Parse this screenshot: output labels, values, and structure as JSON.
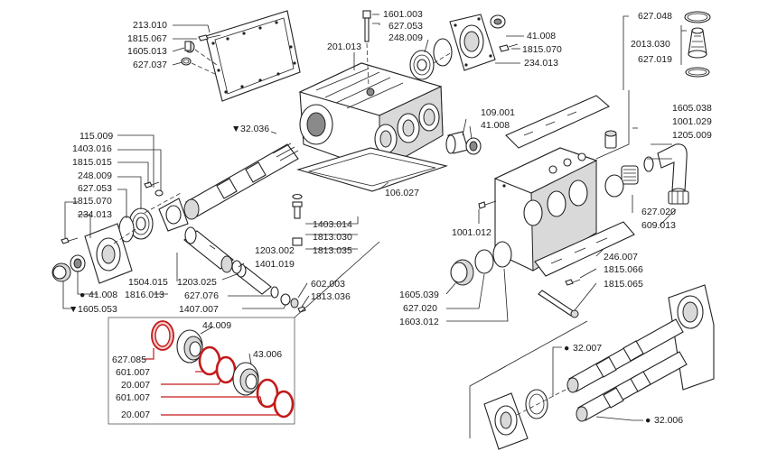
{
  "labels": {
    "l_213_010": "213.010",
    "l_1815_067": "1815.067",
    "l_1605_013": "1605.013",
    "l_627_037": "627.037",
    "l_1601_003": "1601.003",
    "l_627_053_top": "627.053",
    "l_248_009_top": "248.009",
    "l_201_013": "201.013",
    "l_41_008_top": "41.008",
    "l_1815_070_top": "1815.070",
    "l_234_013_top": "234.013",
    "l_627_048": "627.048",
    "l_2013_030": "2013.030",
    "l_627_019": "627.019",
    "l_32_036": "32.036",
    "l_109_001": "109.001",
    "l_41_008_mid": "41.008",
    "l_1605_038": "1605.038",
    "l_1001_029": "1001.029",
    "l_1205_009": "1205.009",
    "l_115_009": "115.009",
    "l_1403_016": "1403.016",
    "l_1815_015": "1815.015",
    "l_248_009_left": "248.009",
    "l_627_053_left": "627.053",
    "l_1815_070_left": "1815.070",
    "l_234_013_left": "234.013",
    "l_106_027": "106.027",
    "l_1403_014": "1403.014",
    "l_1813_030": "1813.030",
    "l_1813_035": "1813.035",
    "l_1001_012": "1001.012",
    "l_627_020_right": "627.020",
    "l_609_013": "609.013",
    "l_1203_002": "1203.002",
    "l_1401_019": "1401.019",
    "l_1504_015": "1504.015",
    "l_1203_025": "1203.025",
    "l_41_008_bot": "41.008",
    "l_1816_013": "1816.013",
    "l_1605_053": "1605.053",
    "l_627_076": "627.076",
    "l_1407_007": "1407.007",
    "l_602_003": "602.003",
    "l_1813_036": "1813.036",
    "l_246_007": "246.007",
    "l_1815_066": "1815.066",
    "l_1815_065": "1815.065",
    "l_1605_039": "1605.039",
    "l_627_020_mid": "627.020",
    "l_1603_012": "1603.012",
    "l_44_009": "44.009",
    "l_43_006": "43.006",
    "l_627_085": "627.085",
    "l_601_007_a": "601.007",
    "l_20_007_a": "20.007",
    "l_601_007_b": "601.007",
    "l_20_007_b": "20.007",
    "l_32_007": "32.007",
    "l_32_006": "32.006"
  },
  "markers": {
    "triangle": "▼",
    "dot": "●"
  },
  "colors": {
    "highlight": "#c41a1a",
    "line": "#222222"
  }
}
